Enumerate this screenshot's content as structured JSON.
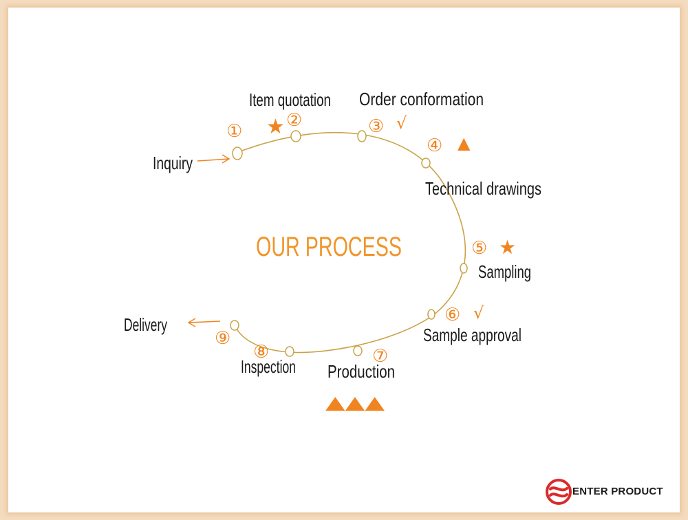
{
  "diagram": {
    "title": "OUR PROCESS",
    "steps": [
      {
        "number": "①",
        "label": "Inquiry",
        "mark": ""
      },
      {
        "number": "②",
        "label": "Item quotation",
        "mark": "★"
      },
      {
        "number": "③",
        "label": "Order conformation",
        "mark": "√"
      },
      {
        "number": "④",
        "label": "Technical drawings",
        "mark": "▲"
      },
      {
        "number": "⑤",
        "label": "Sampling",
        "mark": "★"
      },
      {
        "number": "⑥",
        "label": "Sample approval",
        "mark": "√"
      },
      {
        "number": "⑦",
        "label": "Production",
        "mark": "▲▲▲"
      },
      {
        "number": "⑧",
        "label": "Inspection",
        "mark": ""
      },
      {
        "number": "⑨",
        "label": "Delivery",
        "mark": ""
      }
    ],
    "colors": {
      "accent": "#f0841e",
      "curve": "#c9a347",
      "text": "#1a1a1a",
      "border": "#f4dcc0"
    }
  },
  "logo": {
    "text": "ENTER PRODUCT",
    "icon": "enter-product-logo-icon",
    "color": "#d92b2b"
  }
}
